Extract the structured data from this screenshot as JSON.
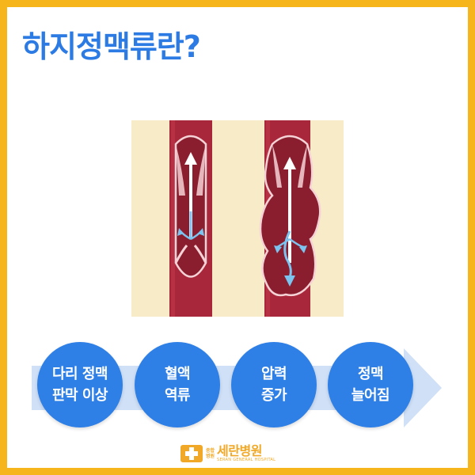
{
  "title": "하지정맥류란?",
  "steps": [
    {
      "label": "다리 정맥\n판막 이상"
    },
    {
      "label": "혈액\n역류"
    },
    {
      "label": "압력\n증가"
    },
    {
      "label": "정맥\n늘어짐"
    }
  ],
  "logo": {
    "small_line_1": "종합",
    "small_line_2": "병원",
    "name": "세란병원",
    "subtitle": "SERAN GENERAL HOSPITAL"
  },
  "colors": {
    "frame": "#f6b51a",
    "title": "#2c7be4",
    "step_circle": "#2e7fe6",
    "flow_arrow": "#cfe0f7",
    "vein": "#a8273a",
    "background_panel": "#f7ecc7",
    "logo": "#f0a826"
  },
  "icons": {
    "logo_mark": "cross-icon",
    "illustration": "vein-valve-illustration"
  }
}
